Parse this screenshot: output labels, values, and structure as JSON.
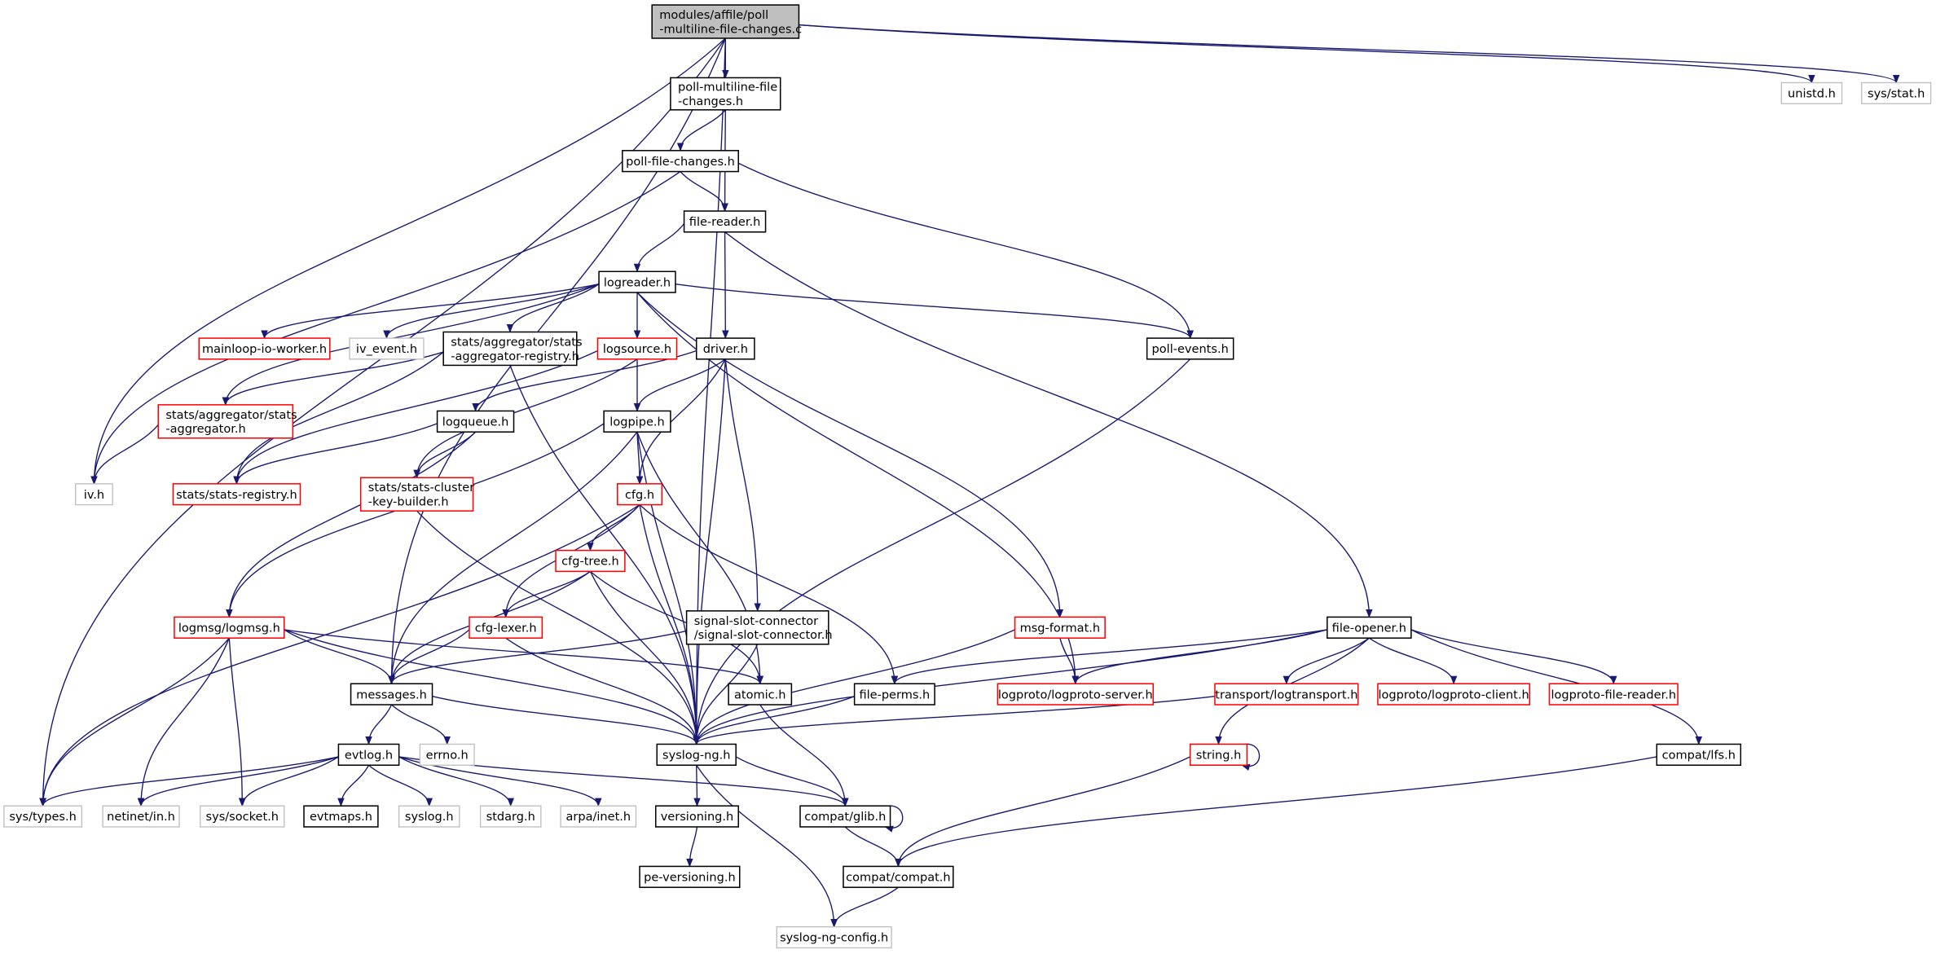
{
  "graph": {
    "colors": {
      "edge": "#191970",
      "root_fill": "#bfbfbf",
      "documented_border": "#000000",
      "incomplete_border": "#ff0000",
      "external_border": "#bfbfbf",
      "node_fill": "#ffffff"
    },
    "nodes": [
      {
        "id": "root",
        "lines": [
          "modules/affile/poll",
          "-multiline-file-changes.c"
        ],
        "style": "root"
      },
      {
        "id": "pmfc",
        "lines": [
          "poll-multiline-file",
          "-changes.h"
        ],
        "style": "documented"
      },
      {
        "id": "pfc",
        "lines": [
          "poll-file-changes.h"
        ],
        "style": "documented"
      },
      {
        "id": "fr",
        "lines": [
          "file-reader.h"
        ],
        "style": "documented"
      },
      {
        "id": "lr",
        "lines": [
          "logreader.h"
        ],
        "style": "documented"
      },
      {
        "id": "miw",
        "lines": [
          "mainloop-io-worker.h"
        ],
        "style": "incomplete"
      },
      {
        "id": "ive",
        "lines": [
          "iv_event.h"
        ],
        "style": "external"
      },
      {
        "id": "sar",
        "lines": [
          "stats/aggregator/stats",
          "-aggregator-registry.h"
        ],
        "style": "documented"
      },
      {
        "id": "ls",
        "lines": [
          "logsource.h"
        ],
        "style": "incomplete"
      },
      {
        "id": "drv",
        "lines": [
          "driver.h"
        ],
        "style": "documented"
      },
      {
        "id": "poe",
        "lines": [
          "poll-events.h"
        ],
        "style": "documented"
      },
      {
        "id": "sa",
        "lines": [
          "stats/aggregator/stats",
          "-aggregator.h"
        ],
        "style": "incomplete"
      },
      {
        "id": "lq",
        "lines": [
          "logqueue.h"
        ],
        "style": "documented"
      },
      {
        "id": "lp",
        "lines": [
          "logpipe.h"
        ],
        "style": "documented"
      },
      {
        "id": "ivh",
        "lines": [
          "iv.h"
        ],
        "style": "external"
      },
      {
        "id": "sreg",
        "lines": [
          "stats/stats-registry.h"
        ],
        "style": "incomplete"
      },
      {
        "id": "sckb",
        "lines": [
          "stats/stats-cluster",
          "-key-builder.h"
        ],
        "style": "incomplete"
      },
      {
        "id": "cfg",
        "lines": [
          "cfg.h"
        ],
        "style": "incomplete"
      },
      {
        "id": "cfgt",
        "lines": [
          "cfg-tree.h"
        ],
        "style": "incomplete"
      },
      {
        "id": "lm",
        "lines": [
          "logmsg/logmsg.h"
        ],
        "style": "incomplete"
      },
      {
        "id": "cfgl",
        "lines": [
          "cfg-lexer.h"
        ],
        "style": "incomplete"
      },
      {
        "id": "ssc",
        "lines": [
          "signal-slot-connector",
          "/signal-slot-connector.h"
        ],
        "style": "documented"
      },
      {
        "id": "mf",
        "lines": [
          "msg-format.h"
        ],
        "style": "incomplete"
      },
      {
        "id": "fo",
        "lines": [
          "file-opener.h"
        ],
        "style": "documented"
      },
      {
        "id": "msg",
        "lines": [
          "messages.h"
        ],
        "style": "documented"
      },
      {
        "id": "at",
        "lines": [
          "atomic.h"
        ],
        "style": "documented"
      },
      {
        "id": "fp",
        "lines": [
          "file-perms.h"
        ],
        "style": "documented"
      },
      {
        "id": "lps",
        "lines": [
          "logproto/logproto-server.h"
        ],
        "style": "incomplete"
      },
      {
        "id": "lt",
        "lines": [
          "transport/logtransport.h"
        ],
        "style": "incomplete"
      },
      {
        "id": "lpc",
        "lines": [
          "logproto/logproto-client.h"
        ],
        "style": "incomplete"
      },
      {
        "id": "lpfr",
        "lines": [
          "logproto-file-reader.h"
        ],
        "style": "incomplete"
      },
      {
        "id": "ev",
        "lines": [
          "evtlog.h"
        ],
        "style": "documented"
      },
      {
        "id": "er",
        "lines": [
          "errno.h"
        ],
        "style": "external"
      },
      {
        "id": "sng",
        "lines": [
          "syslog-ng.h"
        ],
        "style": "documented"
      },
      {
        "id": "str",
        "lines": [
          "string.h"
        ],
        "style": "incomplete"
      },
      {
        "id": "lfs",
        "lines": [
          "compat/lfs.h"
        ],
        "style": "documented"
      },
      {
        "id": "st",
        "lines": [
          "sys/types.h"
        ],
        "style": "external"
      },
      {
        "id": "ni",
        "lines": [
          "netinet/in.h"
        ],
        "style": "external"
      },
      {
        "id": "ss",
        "lines": [
          "sys/socket.h"
        ],
        "style": "external"
      },
      {
        "id": "em",
        "lines": [
          "evtmaps.h"
        ],
        "style": "documented"
      },
      {
        "id": "sl",
        "lines": [
          "syslog.h"
        ],
        "style": "external"
      },
      {
        "id": "sd",
        "lines": [
          "stdarg.h"
        ],
        "style": "external"
      },
      {
        "id": "ai",
        "lines": [
          "arpa/inet.h"
        ],
        "style": "external"
      },
      {
        "id": "ver",
        "lines": [
          "versioning.h"
        ],
        "style": "documented"
      },
      {
        "id": "glib",
        "lines": [
          "compat/glib.h"
        ],
        "style": "documented"
      },
      {
        "id": "pev",
        "lines": [
          "pe-versioning.h"
        ],
        "style": "documented"
      },
      {
        "id": "cc",
        "lines": [
          "compat/compat.h"
        ],
        "style": "documented"
      },
      {
        "id": "snc",
        "lines": [
          "syslog-ng-config.h"
        ],
        "style": "external"
      },
      {
        "id": "unistd",
        "lines": [
          "unistd.h"
        ],
        "style": "external"
      },
      {
        "id": "sysstat",
        "lines": [
          "sys/stat.h"
        ],
        "style": "external"
      }
    ],
    "edges": [
      [
        "root",
        "pmfc"
      ],
      [
        "root",
        "ivh"
      ],
      [
        "root",
        "st"
      ],
      [
        "root",
        "msg"
      ],
      [
        "root",
        "sng"
      ],
      [
        "root",
        "unistd"
      ],
      [
        "root",
        "sysstat"
      ],
      [
        "pmfc",
        "pfc"
      ],
      [
        "pmfc",
        "fr"
      ],
      [
        "pfc",
        "fr"
      ],
      [
        "pfc",
        "ivh"
      ],
      [
        "pfc",
        "poe"
      ],
      [
        "fr",
        "lr"
      ],
      [
        "fr",
        "drv"
      ],
      [
        "fr",
        "fo"
      ],
      [
        "lr",
        "miw"
      ],
      [
        "lr",
        "ive"
      ],
      [
        "lr",
        "sar"
      ],
      [
        "lr",
        "ls"
      ],
      [
        "lr",
        "sa"
      ],
      [
        "lr",
        "poe"
      ],
      [
        "lr",
        "mf"
      ],
      [
        "lr",
        "lps"
      ],
      [
        "sar",
        "sa"
      ],
      [
        "sar",
        "sreg"
      ],
      [
        "sar",
        "sng"
      ],
      [
        "sa",
        "ivh"
      ],
      [
        "ls",
        "lp"
      ],
      [
        "ls",
        "sreg"
      ],
      [
        "ls",
        "sckb"
      ],
      [
        "drv",
        "lq"
      ],
      [
        "drv",
        "lp"
      ],
      [
        "drv",
        "cfg"
      ],
      [
        "drv",
        "ssc"
      ],
      [
        "drv",
        "sng"
      ],
      [
        "lq",
        "sreg"
      ],
      [
        "lq",
        "sckb"
      ],
      [
        "lq",
        "lm"
      ],
      [
        "lp",
        "cfg"
      ],
      [
        "lp",
        "lm"
      ],
      [
        "lp",
        "msg"
      ],
      [
        "lp",
        "sng"
      ],
      [
        "lp",
        "at"
      ],
      [
        "sckb",
        "sng"
      ],
      [
        "poe",
        "sng"
      ],
      [
        "cfg",
        "cfgt"
      ],
      [
        "cfg",
        "cfgl"
      ],
      [
        "cfg",
        "sng"
      ],
      [
        "cfg",
        "fp"
      ],
      [
        "cfg",
        "st"
      ],
      [
        "cfgt",
        "cfgl"
      ],
      [
        "cfgt",
        "msg"
      ],
      [
        "cfgt",
        "sng"
      ],
      [
        "cfgt",
        "at"
      ],
      [
        "cfgl",
        "msg"
      ],
      [
        "cfgl",
        "sng"
      ],
      [
        "lm",
        "msg"
      ],
      [
        "lm",
        "at"
      ],
      [
        "lm",
        "sng"
      ],
      [
        "lm",
        "st"
      ],
      [
        "lm",
        "ni"
      ],
      [
        "lm",
        "ss"
      ],
      [
        "ssc",
        "msg"
      ],
      [
        "ssc",
        "sng"
      ],
      [
        "mf",
        "lps"
      ],
      [
        "mf",
        "sng"
      ],
      [
        "fo",
        "fp"
      ],
      [
        "fo",
        "lps"
      ],
      [
        "fo",
        "lt"
      ],
      [
        "fo",
        "lpc"
      ],
      [
        "fo",
        "lpfr"
      ],
      [
        "fo",
        "str"
      ],
      [
        "fo",
        "lfs"
      ],
      [
        "fo",
        "sng"
      ],
      [
        "msg",
        "ev"
      ],
      [
        "msg",
        "er"
      ],
      [
        "msg",
        "sng"
      ],
      [
        "at",
        "glib"
      ],
      [
        "fp",
        "sng"
      ],
      [
        "lt",
        "sng"
      ],
      [
        "sng",
        "ver"
      ],
      [
        "sng",
        "glib"
      ],
      [
        "sng",
        "snc"
      ],
      [
        "ev",
        "st"
      ],
      [
        "ev",
        "ni"
      ],
      [
        "ev",
        "ss"
      ],
      [
        "ev",
        "em"
      ],
      [
        "ev",
        "sl"
      ],
      [
        "ev",
        "sd"
      ],
      [
        "ev",
        "ai"
      ],
      [
        "ev",
        "glib"
      ],
      [
        "ver",
        "pev"
      ],
      [
        "glib",
        "cc"
      ],
      [
        "glib",
        "glib"
      ],
      [
        "str",
        "cc"
      ],
      [
        "str",
        "str"
      ],
      [
        "lfs",
        "cc"
      ],
      [
        "cc",
        "snc"
      ]
    ]
  }
}
